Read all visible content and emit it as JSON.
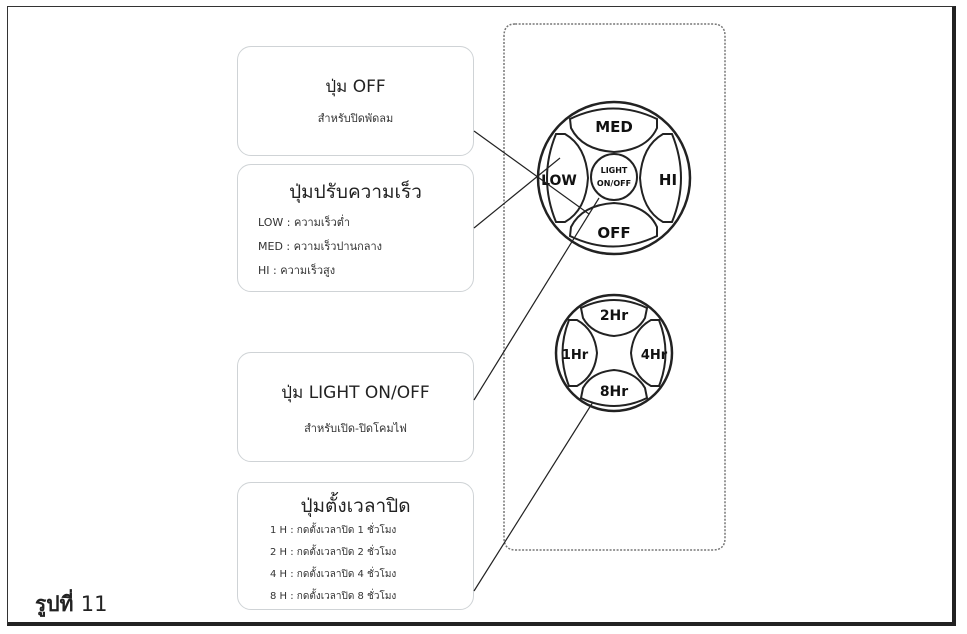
{
  "figure_caption": {
    "label": "รูปที่",
    "number": "11"
  },
  "callouts": {
    "off": {
      "title": "ปุ่ม OFF",
      "subtitle": "สำหรับปิดพัดลม"
    },
    "speed": {
      "title": "ปุ่มปรับความเร็ว",
      "lines": [
        "LOW : ความเร็วต่ำ",
        "MED : ความเร็วปานกลาง",
        "HI    :  ความเร็วสูง"
      ]
    },
    "light": {
      "title": "ปุ่ม LIGHT ON/OFF",
      "subtitle": "สำหรับเปิด-ปิดโคมไฟ"
    },
    "timer": {
      "title": "ปุ่มตั้งเวลาปิด",
      "lines": [
        "1 H : กดตั้งเวลาปิด 1 ชั่วโมง",
        "2 H : กดตั้งเวลาปิด 2 ชั่วโมง",
        "4 H : กดตั้งเวลาปิด 4 ชั่วโมง",
        "8 H : กดตั้งเวลาปิด 8 ชั่วโมง"
      ]
    }
  },
  "remote": {
    "speed_buttons": {
      "med": "MED",
      "low": "LOW",
      "hi": "HI",
      "off": "OFF",
      "light_top": "LIGHT",
      "light_bottom": "ON/OFF"
    },
    "timer_buttons": {
      "two": "2Hr",
      "one": "1Hr",
      "four": "4Hr",
      "eight": "8Hr"
    }
  },
  "colors": {
    "line": "#222222",
    "callout_border": "#cfd3d6"
  }
}
